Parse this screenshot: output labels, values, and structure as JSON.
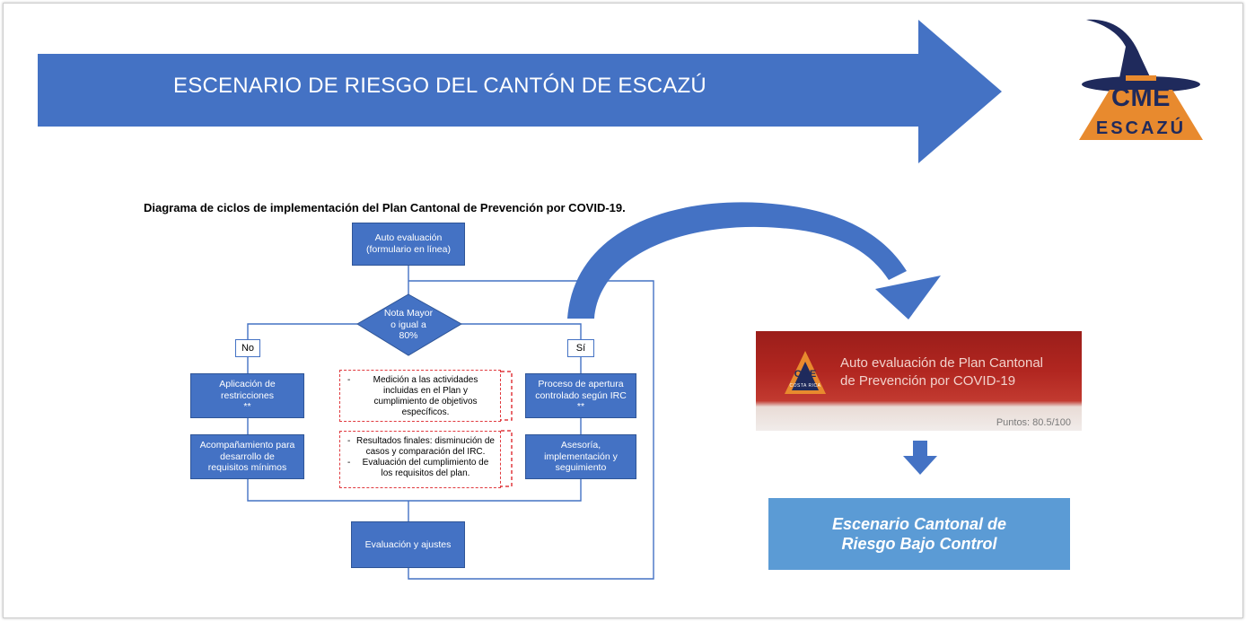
{
  "banner": {
    "title": "ESCENARIO DE RIESGO DEL CANTÓN DE ESCAZÚ"
  },
  "logo": {
    "line1": "CME",
    "line2": "ESCAZÚ"
  },
  "diagram": {
    "title": "Diagrama de ciclos de implementación del Plan Cantonal de Prevención por COVID-19.",
    "start": "Auto evaluación\n(formulario en línea)",
    "decision": "Nota Mayor\no igual a\n80%",
    "no_label": "No",
    "si_label": "Sí",
    "left_1": "Aplicación de\nrestricciones\n**",
    "left_2": "Acompañamiento para\ndesarrollo de\nrequisitos mínimos",
    "right_1": "Proceso de apertura\ncontrolado según IRC\n**",
    "right_2": "Asesoría,\nimplementación y\nseguimiento",
    "note_1": [
      "Medición a las actividades incluidas en el Plan y cumplimiento de objetivos específicos."
    ],
    "note_2": [
      "Resultados finales: disminución de casos y comparación del IRC.",
      "Evaluación del cumplimiento de los requisitos del plan."
    ],
    "end": "Evaluación y ajustes"
  },
  "screenshot": {
    "title": "Auto evaluación de Plan Cantonal\nde Prevención por COVID-19",
    "points": "Puntos: 80.5/100",
    "badge_top": "CME",
    "badge_bottom": "COSTA RICA"
  },
  "result": {
    "text": "Escenario Cantonal de\nRiesgo Bajo Control"
  },
  "colors": {
    "banner": "#4472c4",
    "flow": "#4472c4",
    "result": "#5b9bd5",
    "accent": "#e88a2e"
  }
}
